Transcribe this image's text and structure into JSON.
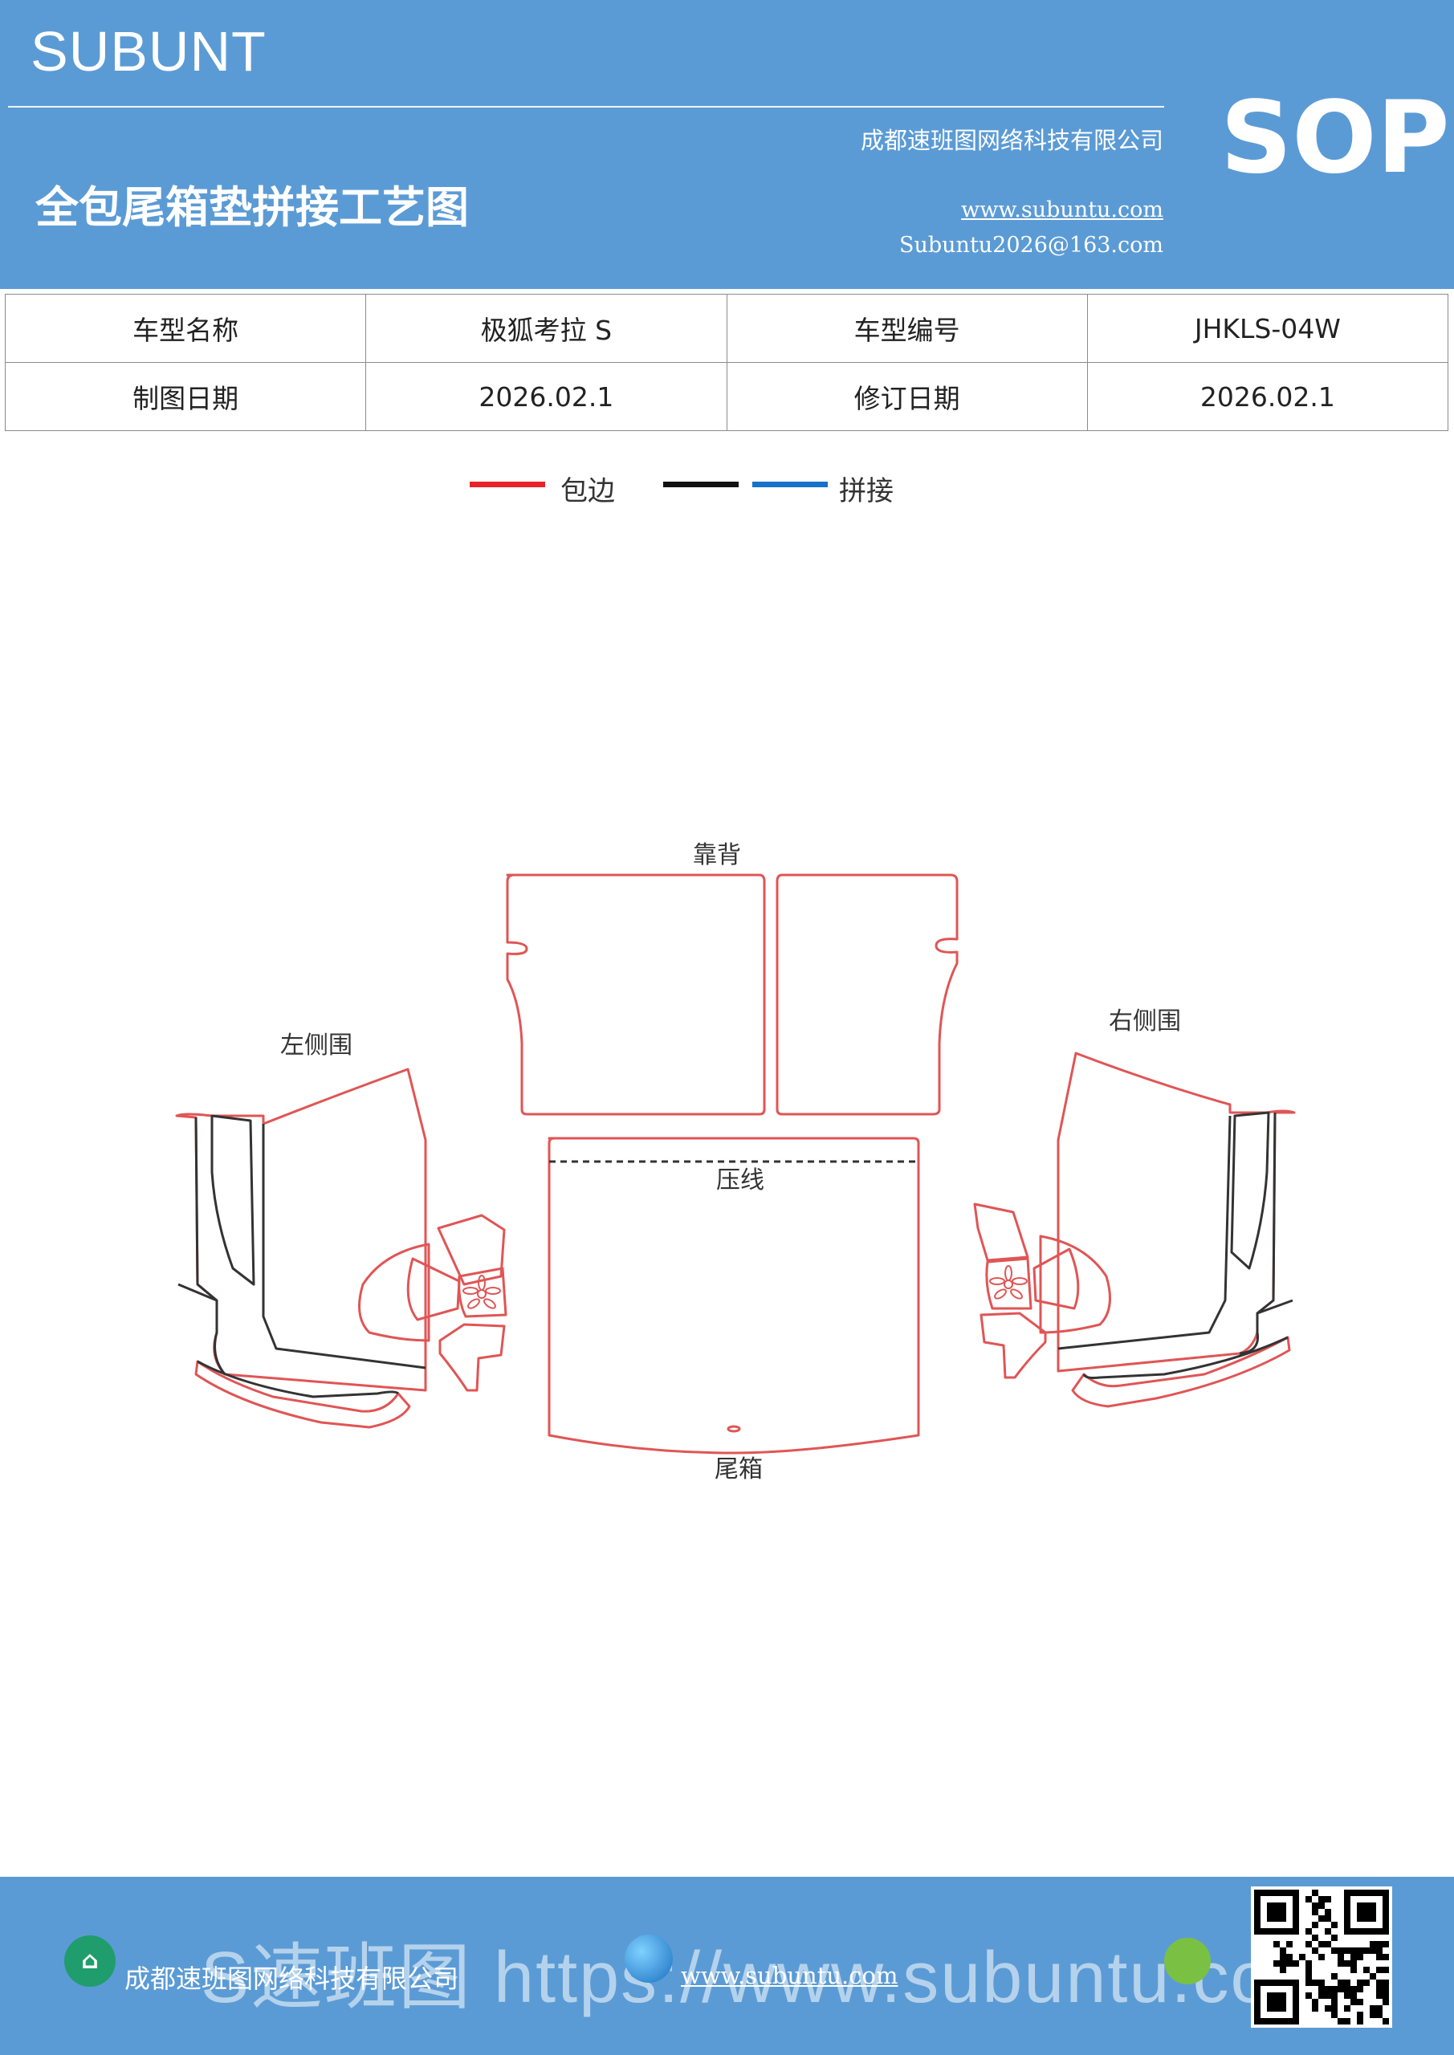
{
  "header": {
    "brand": "SUBUNT",
    "company": "成都速班图网络科技有限公司",
    "title": "全包尾箱垫拼接工艺图",
    "website": "www.subuntu.com",
    "email": "Subuntu2026@163.com",
    "badge": "SOP"
  },
  "info_table": [
    [
      "车型名称",
      "极狐考拉 S",
      "车型编号",
      "JHKLS-04W"
    ],
    [
      "制图日期",
      "2026.02.1",
      "修订日期",
      "2026.02.1"
    ]
  ],
  "legend": {
    "items": [
      {
        "color": "#e8232a",
        "label": "包边"
      },
      {
        "color": "#111111",
        "label": ""
      },
      {
        "color": "#1672c8",
        "label": "拼接"
      }
    ]
  },
  "diagram": {
    "labels": {
      "backrest": "靠背",
      "left": "左侧围",
      "right": "右侧围",
      "crease": "压线",
      "trunk": "尾箱"
    },
    "colors": {
      "edge": "#e05555",
      "seam": "#333333"
    }
  },
  "footer": {
    "company": "成都速班图网络科技有限公司",
    "watermark": "S速班图 https://www.subuntu.com",
    "website": "www.subuntu.com",
    "icons": [
      "building-icon",
      "globe-icon",
      "wechat-icon",
      "qr-code"
    ]
  }
}
